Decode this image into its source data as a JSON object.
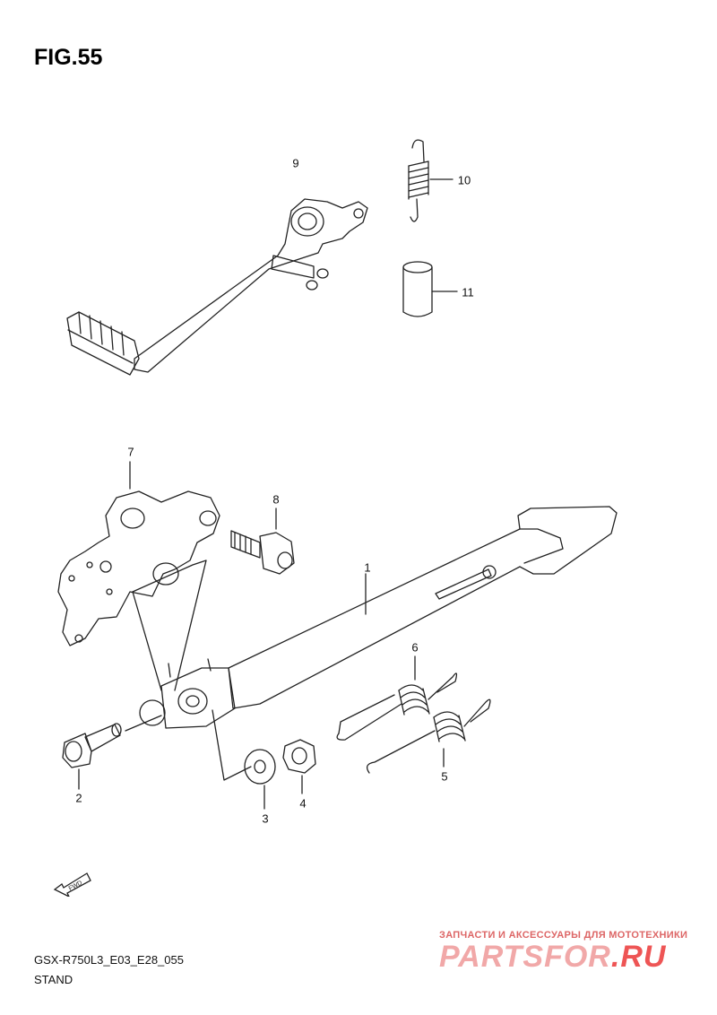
{
  "figure": {
    "title": "FIG.55"
  },
  "callouts": [
    {
      "id": "1",
      "label": "1"
    },
    {
      "id": "2",
      "label": "2"
    },
    {
      "id": "3",
      "label": "3"
    },
    {
      "id": "4",
      "label": "4"
    },
    {
      "id": "5",
      "label": "5"
    },
    {
      "id": "6",
      "label": "6"
    },
    {
      "id": "7",
      "label": "7"
    },
    {
      "id": "8",
      "label": "8"
    },
    {
      "id": "9",
      "label": "9"
    },
    {
      "id": "10",
      "label": "10"
    },
    {
      "id": "11",
      "label": "11"
    }
  ],
  "fwd_label": "FWD",
  "footer": {
    "code": "GSX-R750L3_E03_E28_055",
    "name": "STAND"
  },
  "watermark": {
    "tagline": "ЗАПЧАСТИ И АКСЕССУАРЫ ДЛЯ МОТОТЕХНИКИ",
    "brand": "PARTSFOR",
    "suffix": ".RU"
  },
  "colors": {
    "line": "#222222",
    "watermark": "#e55555"
  }
}
